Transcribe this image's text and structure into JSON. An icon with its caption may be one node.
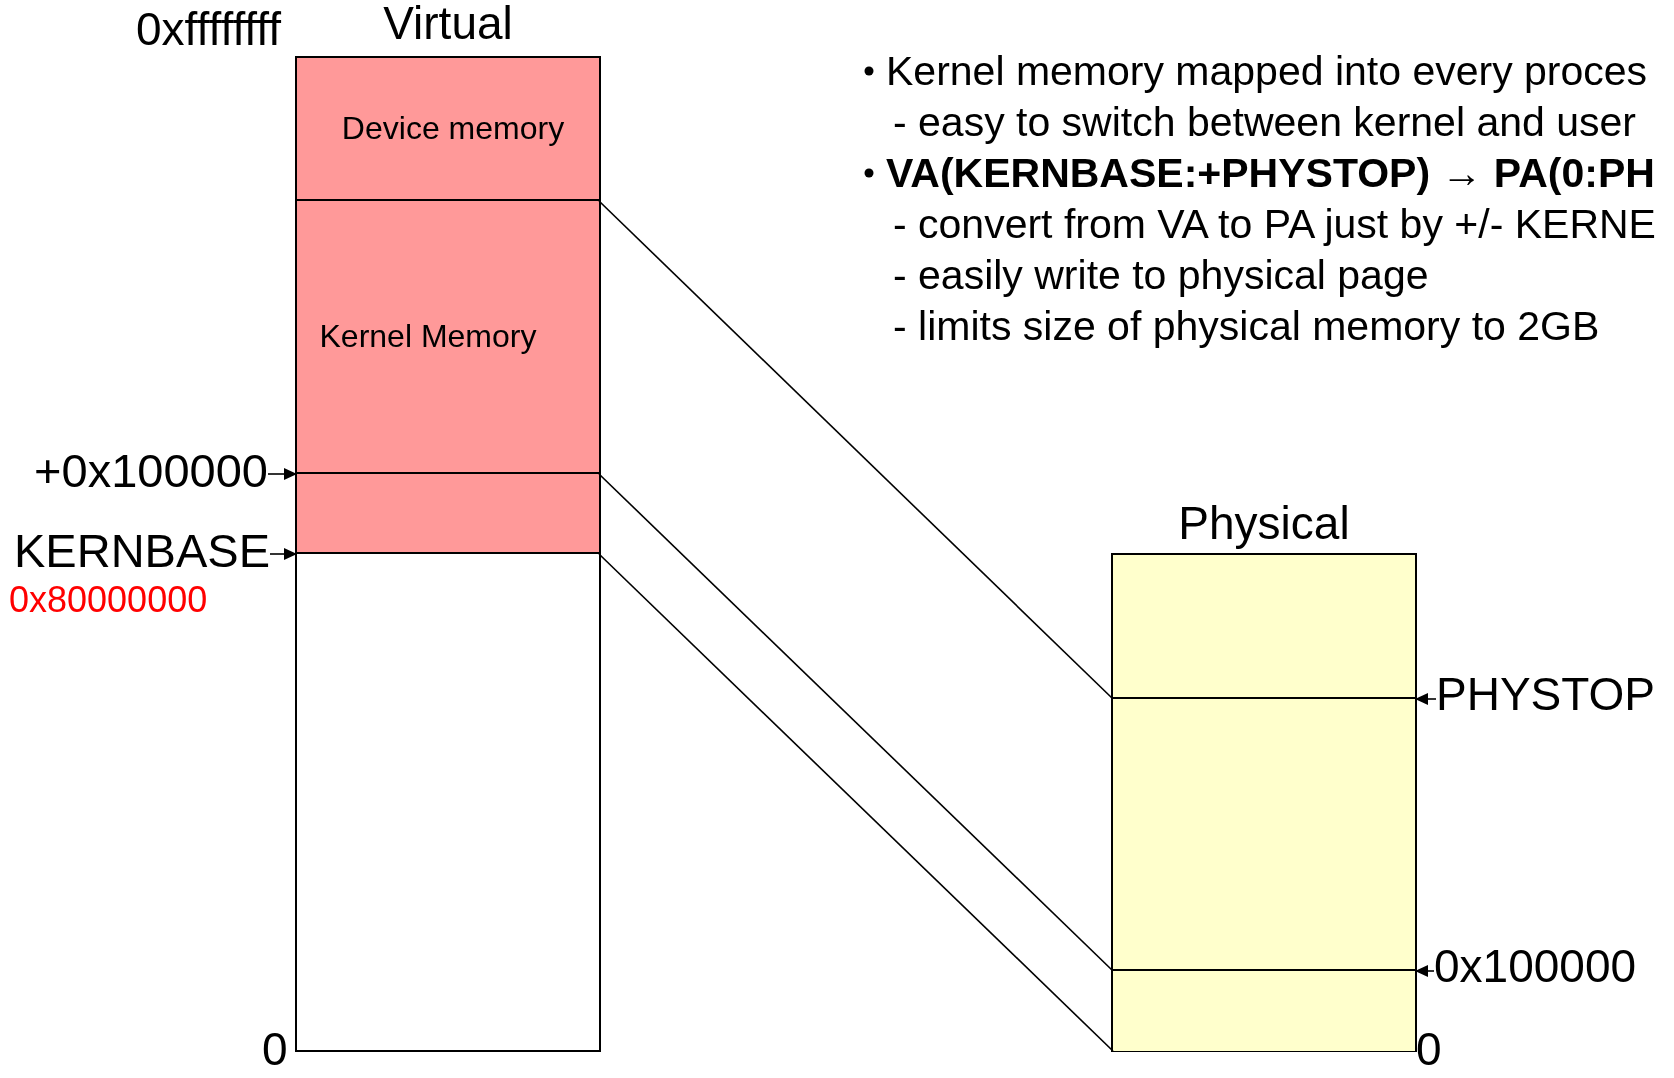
{
  "diagram": {
    "nodes": [
      {
        "text": [
          "Virtual"
        ]
      },
      {
        "text": [
          "Device memory"
        ],
        "in": 0
      },
      {
        "text": [
          "Kernel Memory"
        ],
        "in": 0
      },
      {
        "text": [],
        "shape": "box",
        "in": 0
      },
      {
        "text": [
          "Physical"
        ]
      },
      {
        "text": [],
        "shape": "box",
        "in": 4
      },
      {
        "text": [],
        "shape": "box",
        "in": 4
      },
      {
        "text": [],
        "shape": "box",
        "in": 4
      },
      {
        "text": [
          "+0x100000"
        ]
      },
      {
        "text": [
          "KERNBASE"
        ]
      },
      {
        "text": [
          "PHYSTOP"
        ]
      },
      {
        "text": [
          "0x100000"
        ]
      }
    ],
    "edges": [
      {
        "from": 2,
        "to": 6,
        "arrow": "none"
      },
      {
        "from": 3,
        "to": 7,
        "arrow": "none"
      },
      {
        "from": 3,
        "to": 7,
        "arrow": "none"
      },
      {
        "from": 8,
        "to": 3,
        "arrow": "to"
      },
      {
        "from": 9,
        "to": 3,
        "arrow": "to"
      },
      {
        "from": 10,
        "to": 6,
        "arrow": "to"
      },
      {
        "from": 11,
        "to": 7,
        "arrow": "to"
      }
    ],
    "labels": [
      "0xffffffff",
      "Kernel memory mapped into every proces",
      "- easy to switch between kernel and user",
      "VA(KERNBASE:+PHYSTOP) → PA(0:PH",
      "- convert from VA to PA just by +/- KERNE",
      "- easily write to physical page",
      "- limits size of physical memory to 2GB",
      "0x80000000",
      "0",
      "0"
    ]
  }
}
